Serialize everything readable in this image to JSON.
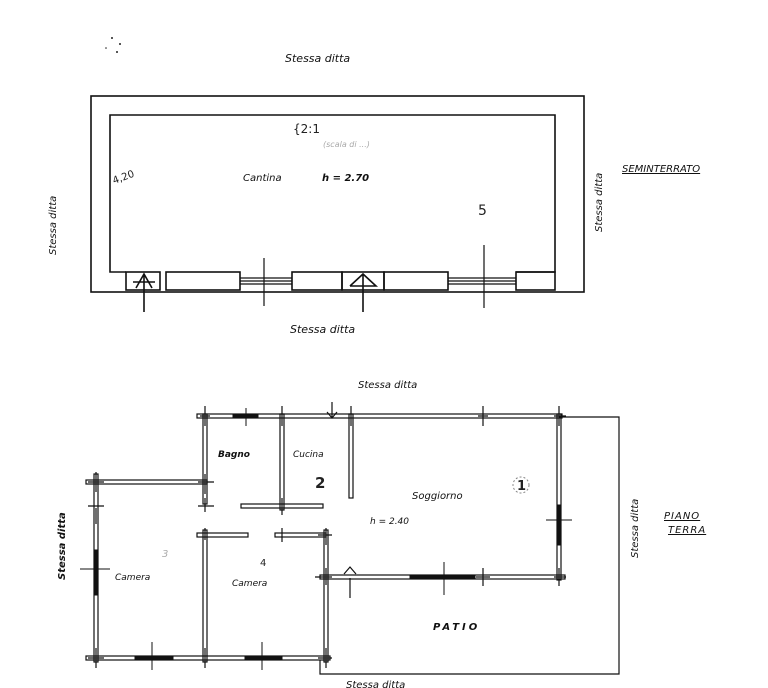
{
  "neighbor_label": "Stessa ditta",
  "basement": {
    "level_label": "SEMINTERRATO",
    "room": "Cantina",
    "height": "h = 2.70",
    "hand_notes": [
      "{2:1",
      "4,20",
      "5"
    ],
    "faint_note": "(scala di ...)"
  },
  "ground_floor": {
    "level_label_line1": "PIANO",
    "level_label_line2": "TERRA",
    "rooms": {
      "bathroom": "Bagno",
      "kitchen": "Cucina",
      "living": "Soggiorno",
      "bedroom_left": "Camera",
      "bedroom_right": "Camera",
      "patio": "PATIO"
    },
    "height": "h = 2.40",
    "hand_notes": [
      "2",
      "1",
      "4",
      "3"
    ]
  }
}
